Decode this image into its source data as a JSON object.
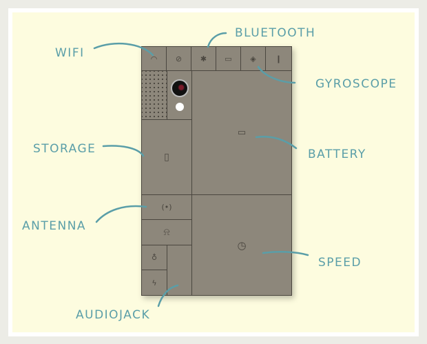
{
  "labels": {
    "wifi": "WIFI",
    "bluetooth": "BLUETOOTH",
    "gyroscope": "GYROSCOPE",
    "storage": "STORAGE",
    "battery": "BATTERY",
    "antenna": "ANTENNA",
    "speed": "SPEED",
    "audiojack": "AUDIOJACK"
  },
  "colors": {
    "label": "#5a9ea8",
    "phone": "#8d877b",
    "background": "#fdfcdf"
  },
  "icons": {
    "wifi": "◠",
    "compass": "⊘",
    "bluetooth": "✱",
    "sim": "▭",
    "gyroscope": "◈",
    "thermometer": "❙",
    "battery": "▭",
    "storage": "▯",
    "antenna": "(•)",
    "bell": "⍾",
    "speed": "◷",
    "mic": "♁",
    "lightning": "ϟ"
  }
}
